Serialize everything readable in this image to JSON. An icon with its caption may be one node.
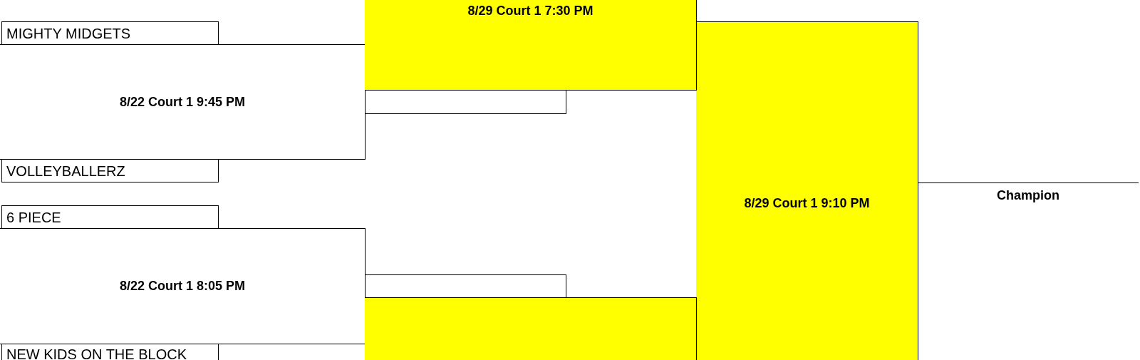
{
  "diagram": {
    "nodes": [
      {
        "text": [
          "MIGHTY MIDGETS"
        ]
      },
      {
        "text": [
          "8/22 Court 1 9:45 PM"
        ]
      },
      {
        "text": [
          "VOLLEYBALLERZ"
        ]
      },
      {
        "text": [
          "6 PIECE"
        ]
      },
      {
        "text": [
          "8/22 Court 1 8:05 PM"
        ]
      },
      {
        "text": [
          "NEW KIDS ON THE BLOCK"
        ]
      },
      {
        "text": [
          "8/29 Court 1 7:30 PM"
        ]
      },
      {
        "text": [],
        "shape": "box"
      },
      {
        "text": [],
        "shape": "box"
      },
      {
        "text": [],
        "shape": "box"
      },
      {
        "text": [
          "8/29 Court 1 9:10 PM"
        ]
      },
      {
        "text": [
          "Champion"
        ]
      }
    ]
  }
}
